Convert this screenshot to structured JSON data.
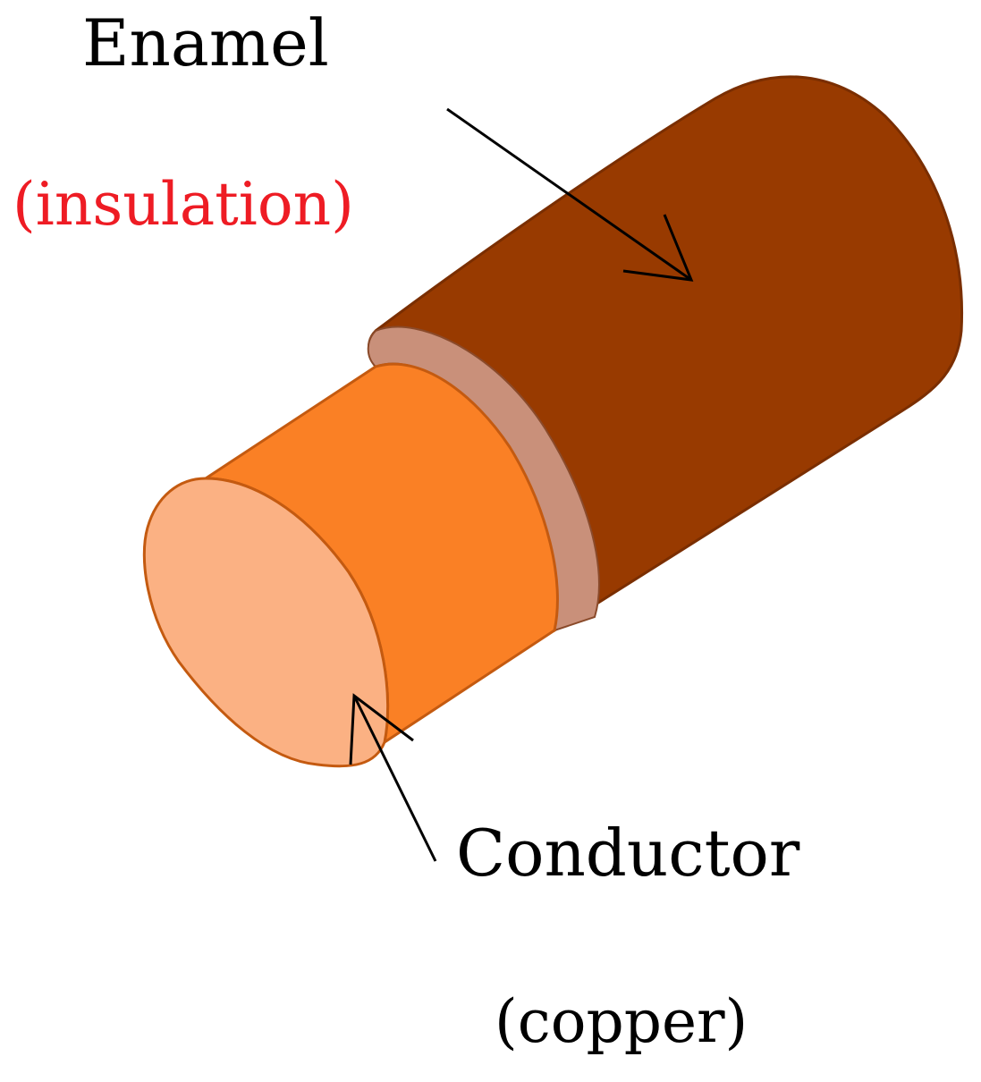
{
  "labels": {
    "enamel": "Enamel",
    "insulation": "(insulation)",
    "conductor": "Conductor",
    "copper": "(copper)"
  },
  "colors": {
    "enamel_body": "#983a00",
    "enamel_stroke": "#7a2e00",
    "insulation_ring": "#c9907a",
    "conductor_side": "#fa8025",
    "conductor_face": "#fbb183",
    "conductor_stroke": "#c45a10",
    "insulation_text": "#ee1c24",
    "arrow": "#000000"
  },
  "icons": {
    "wire": "enamelled-wire-icon"
  }
}
